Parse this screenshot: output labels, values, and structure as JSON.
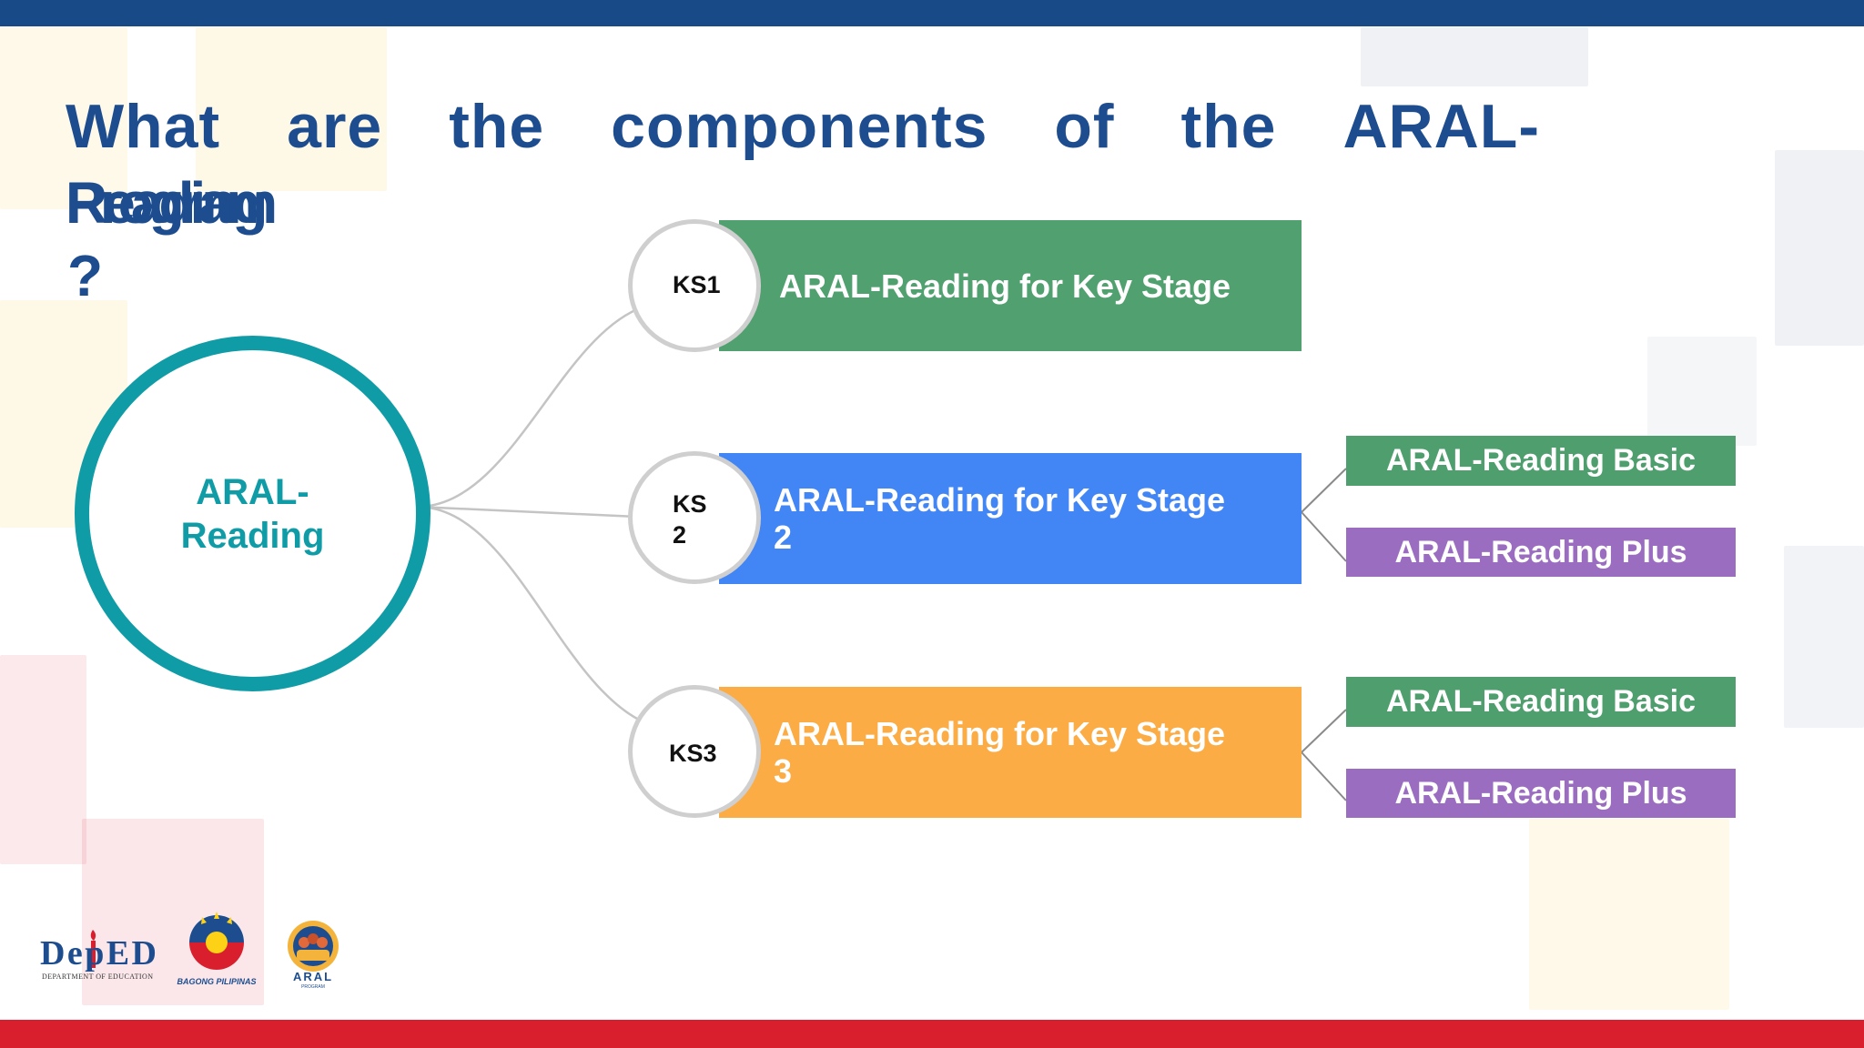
{
  "slide": {
    "title_line1_words": [
      "What",
      "are",
      "the",
      "components",
      "of",
      "the",
      "ARAL-"
    ],
    "title_line2_a": "Reading",
    "title_line2_b": "Program",
    "title_qmark": "?"
  },
  "hub": {
    "line1": "ARAL-",
    "line2": "Reading"
  },
  "stages": [
    {
      "badge_line1": "KS1",
      "badge_line2": "",
      "label_line1": "ARAL-Reading for Key Stage",
      "label_line2": ""
    },
    {
      "badge_line1": "KS",
      "badge_line2": "2",
      "label_line1": "ARAL-Reading for Key Stage",
      "label_line2": "2"
    },
    {
      "badge_line1": "KS3",
      "badge_line2": "",
      "label_line1": "ARAL-Reading for Key Stage",
      "label_line2": "3"
    }
  ],
  "sub_programs": {
    "ks2": [
      "ARAL-Reading Basic",
      "ARAL-Reading Plus"
    ],
    "ks3": [
      "ARAL-Reading Basic",
      "ARAL-Reading Plus"
    ]
  },
  "logos": {
    "deped_text": "DepED",
    "deped_caption": "DEPARTMENT OF EDUCATION",
    "bagong_caption": "BAGONG PILIPINAS",
    "aral_text": "ARAL",
    "aral_caption": "PROGRAM"
  },
  "colors": {
    "title": "#1d4d8f",
    "hub": "#109ca6",
    "ks1": "#51a06f",
    "ks2": "#4285f4",
    "ks3": "#fbac45",
    "basic": "#4e9e6e",
    "plus": "#9b6dc1",
    "top_bar": "#174a86",
    "bottom_bar": "#d91e2e"
  }
}
